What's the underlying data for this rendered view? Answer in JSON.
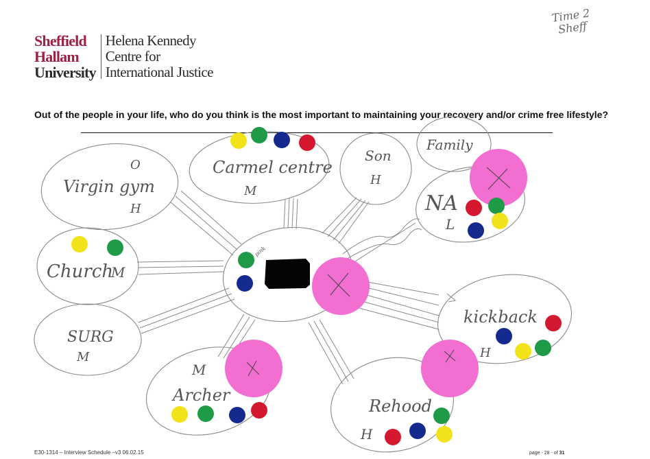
{
  "logo": {
    "university_lines": [
      "Sheffield",
      "Hallam",
      "University"
    ],
    "centre_lines": [
      "Helena Kennedy",
      "Centre for",
      "International Justice"
    ]
  },
  "corner_note": [
    "Time 2",
    "Sheff"
  ],
  "question": "Out of the people in your life, who do you think is the most important to maintaining your recovery and/or crime free lifestyle?",
  "hub": {
    "small_label": "pink"
  },
  "nodes": {
    "carmel": {
      "label": "Carmel centre",
      "mark": "M"
    },
    "son": {
      "label": "Son",
      "mark": "H"
    },
    "family": {
      "label": "Family"
    },
    "na": {
      "label": "NA",
      "mark": "L"
    },
    "virgin": {
      "label": "Virgin gym",
      "mark": "H",
      "top_mark": "O"
    },
    "church": {
      "label": "Church",
      "mark": "M"
    },
    "surg": {
      "label": "SURG",
      "mark": "M"
    },
    "archer": {
      "label": "Archer",
      "mark": "M"
    },
    "phoenix": {
      "label": "Rehood",
      "mark": "H"
    },
    "kickback": {
      "label": "kickback",
      "mark": "H"
    }
  },
  "colors": {
    "pink": "#f26fd1",
    "red": "#d4182f",
    "green": "#1f9a47",
    "blue": "#142a8e",
    "yellow": "#f2e21a",
    "ink": "#707070"
  },
  "footer": {
    "left": "E30-1314  – Interview Schedule –v3 06.02.15",
    "page_prefix": "page - 28 - of ",
    "page_total": "31"
  }
}
